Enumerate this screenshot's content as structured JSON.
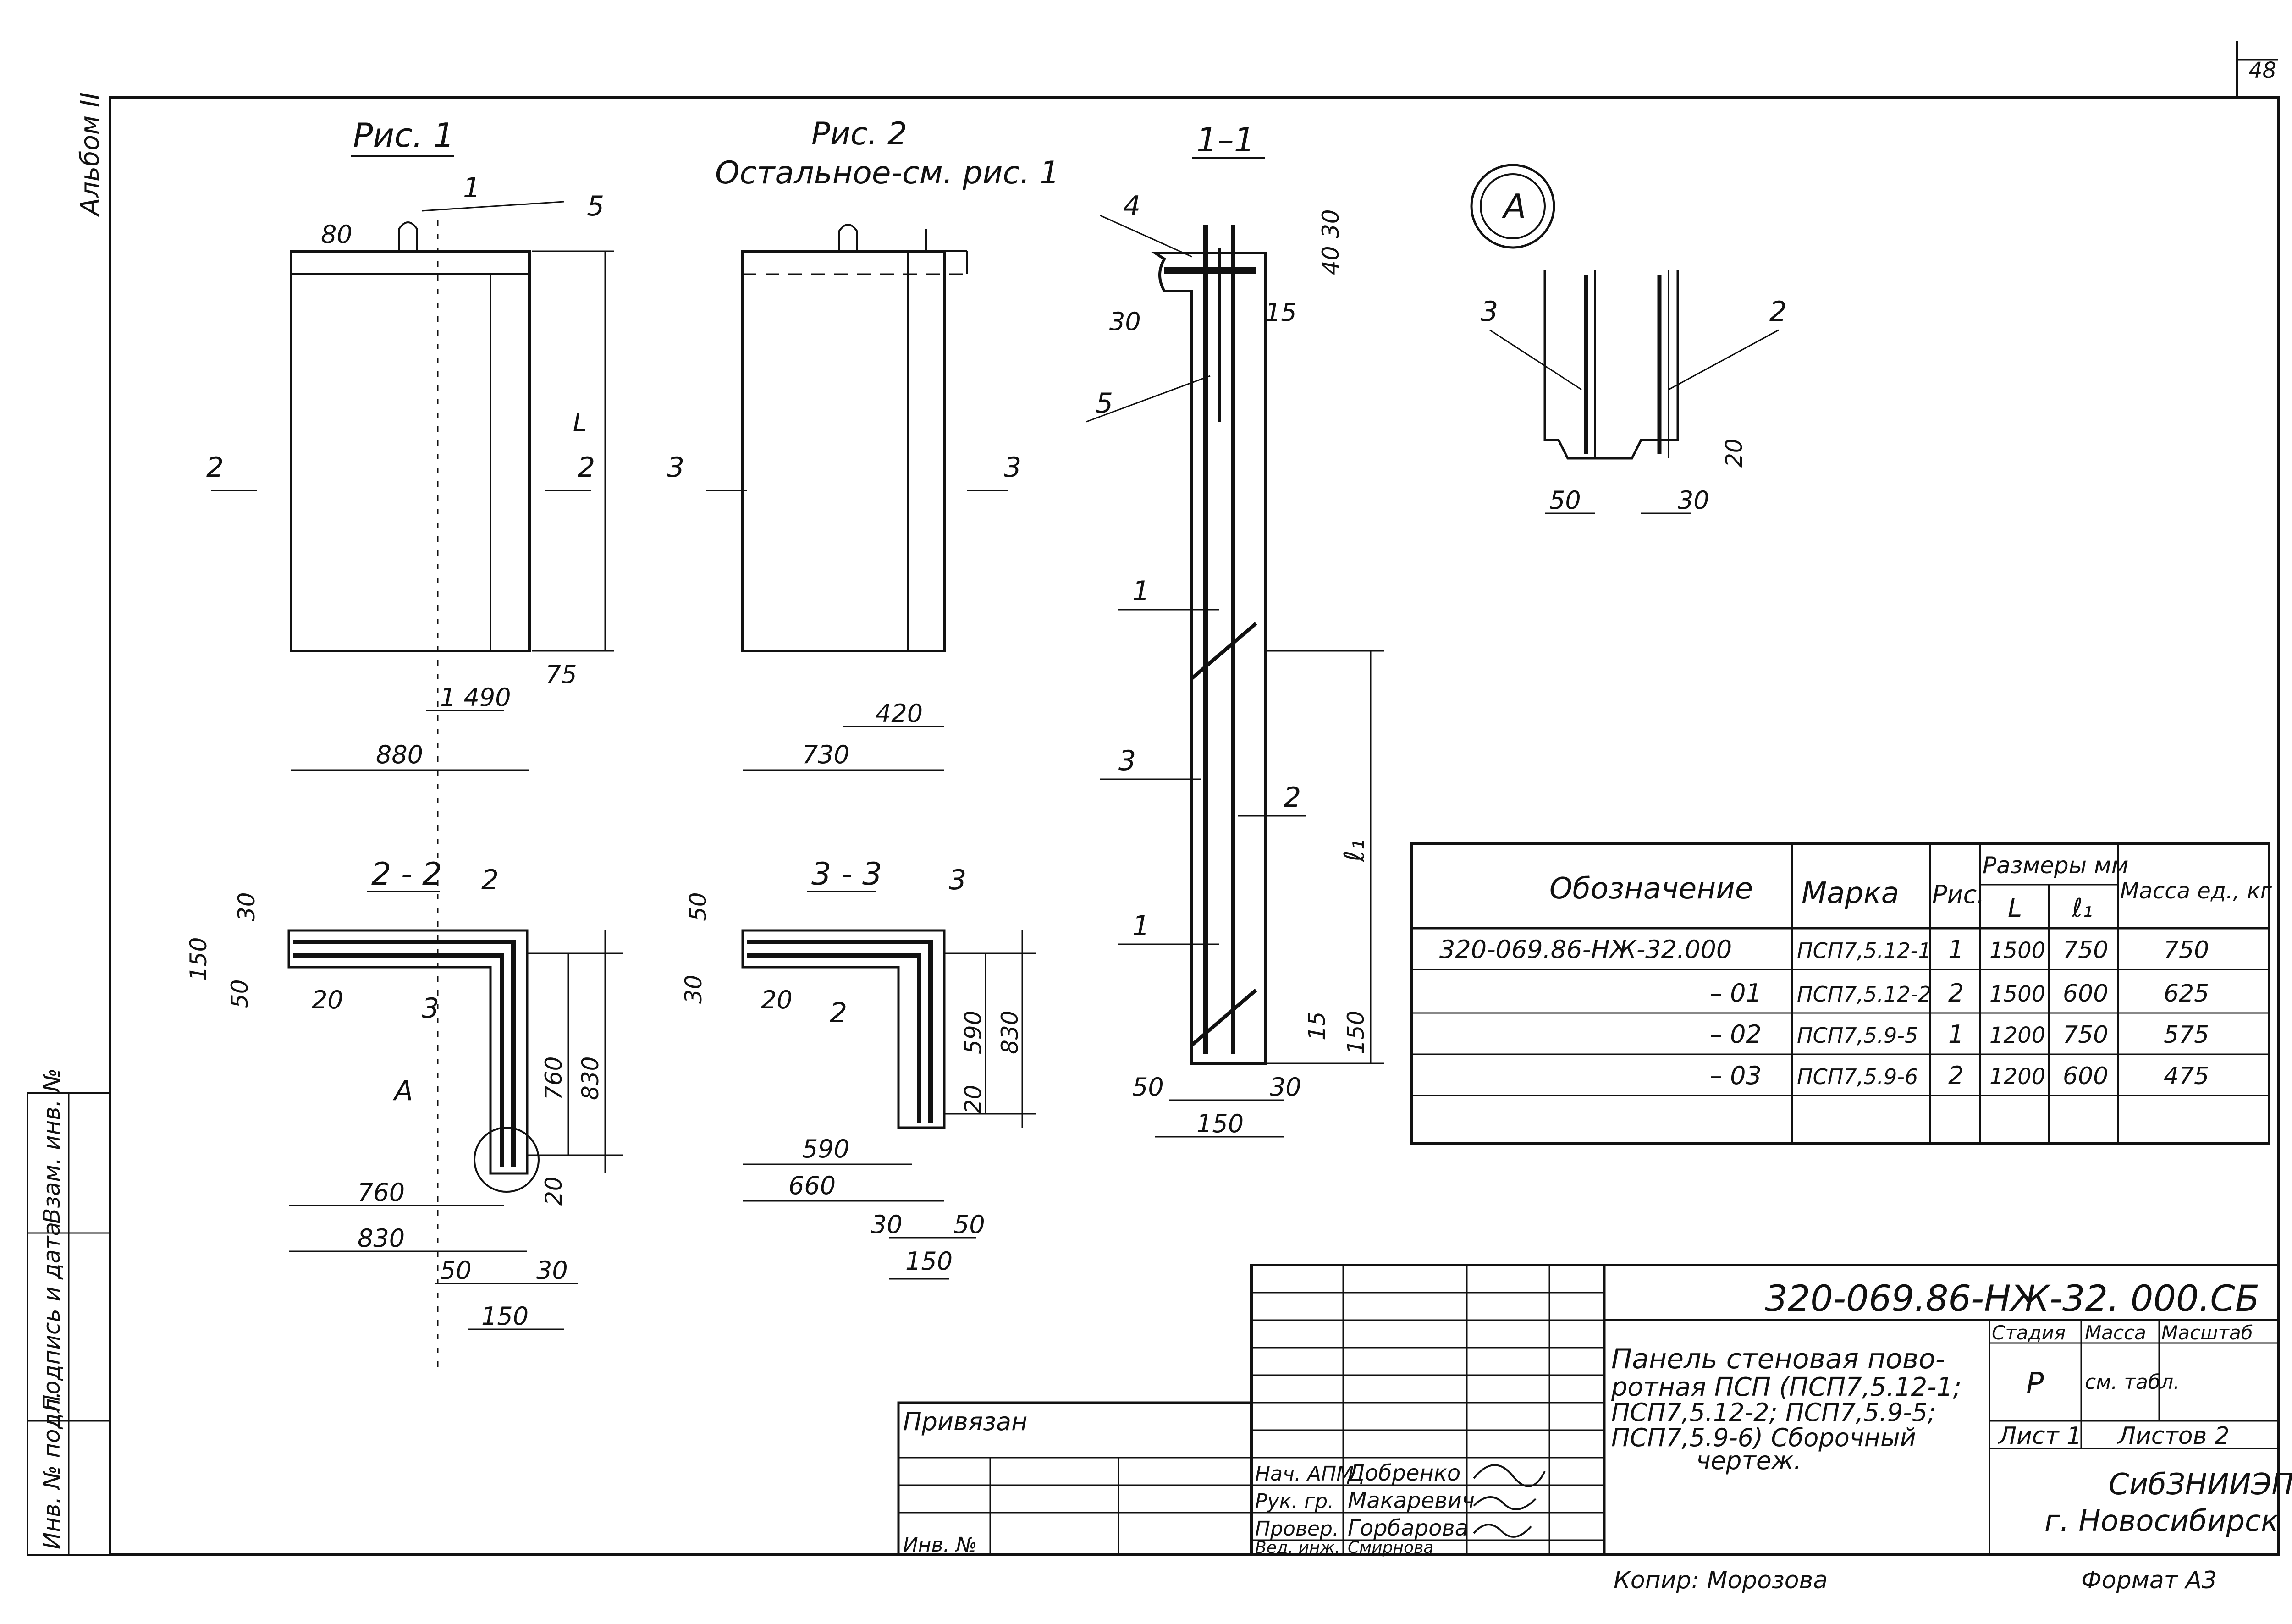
{
  "sheet": {
    "page_number": "48",
    "album_label": "Альбом II",
    "copied_by": "Копир: Морозова",
    "format": "Формат А3"
  },
  "views": {
    "fig1": {
      "title": "Рис. 1",
      "dims": [
        "80",
        "L",
        "75",
        "1 490",
        "880"
      ],
      "section_marks": [
        "2",
        "2"
      ],
      "callouts": [
        "1",
        "5"
      ]
    },
    "fig2": {
      "title": "Рис. 2",
      "subtitle": "Остальное-см. рис. 1",
      "dims": [
        "420",
        "730"
      ],
      "section_marks": [
        "3",
        "3"
      ]
    },
    "sec11": {
      "title": "1–1",
      "dims": [
        "30",
        "40",
        "30",
        "15",
        "ℓ₁",
        "15",
        "150",
        "50",
        "30",
        "150"
      ],
      "callouts": [
        "4",
        "5",
        "1",
        "3",
        "2",
        "1"
      ]
    },
    "detailA": {
      "title": "A",
      "dims": [
        "50",
        "30",
        "20"
      ],
      "callouts": [
        "3",
        "2"
      ]
    },
    "sec22": {
      "title": "2 - 2",
      "dims": [
        "30",
        "150",
        "50",
        "20",
        "760",
        "830",
        "20",
        "760",
        "830",
        "50",
        "30",
        "150"
      ],
      "callouts": [
        "2",
        "3",
        "A"
      ]
    },
    "sec33": {
      "title": "3 - 3",
      "dims": [
        "50",
        "30",
        "20",
        "590",
        "830",
        "20",
        "590",
        "660",
        "30",
        "50",
        "150"
      ],
      "callouts": [
        "3",
        "2"
      ]
    }
  },
  "spec_table": {
    "headers": {
      "designation": "Обозначение",
      "mark": "Марка",
      "fig": "Рис.",
      "dims_group": "Размеры мм",
      "L": "L",
      "l1": "ℓ₁",
      "mass": "Масса ед., кг"
    },
    "rows": [
      {
        "designation": "320-069.86-НЖ-32.000",
        "mark": "ПСП7,5.12-1",
        "fig": "1",
        "L": "1500",
        "l1": "750",
        "mass": "750"
      },
      {
        "designation": "– 01",
        "mark": "ПСП7,5.12-2",
        "fig": "2",
        "L": "1500",
        "l1": "600",
        "mass": "625"
      },
      {
        "designation": "– 02",
        "mark": "ПСП7,5.9-5",
        "fig": "1",
        "L": "1200",
        "l1": "750",
        "mass": "575"
      },
      {
        "designation": "– 03",
        "mark": "ПСП7,5.9-6",
        "fig": "2",
        "L": "1200",
        "l1": "600",
        "mass": "475"
      }
    ]
  },
  "title_block": {
    "doc_code": "320-069.86-НЖ-32. 000.СБ",
    "title_lines": [
      "Панель стеновая пово-",
      "ротная ПСП (ПСП7,5.12-1;",
      "ПСП7,5.12-2; ПСП7,5.9-5;",
      "ПСП7,5.9-6) Сборочный",
      "чертеж."
    ],
    "stage_label": "Стадия",
    "stage": "Р",
    "mass_label": "Масса",
    "mass_value": "см. табл.",
    "scale_label": "Масштаб",
    "sheet_label": "Лист 1",
    "sheets_label": "Листов 2",
    "org": "СибЗНИИЭП",
    "city": "г. Новосибирск",
    "binding": "Привязан",
    "inv_no": "Инв. №",
    "signatures": [
      {
        "role": "Нач. АПМ",
        "name": "Добренко"
      },
      {
        "role": "Рук. гр.",
        "name": "Макаревич"
      },
      {
        "role": "Провер.",
        "name": "Горбарова"
      },
      {
        "role": "Вед. инж.",
        "name": "Смирнова"
      }
    ]
  },
  "side_stamp": {
    "labels": [
      "Взам. инв. №",
      "Подпись и дата",
      "Инв. № подл."
    ]
  }
}
